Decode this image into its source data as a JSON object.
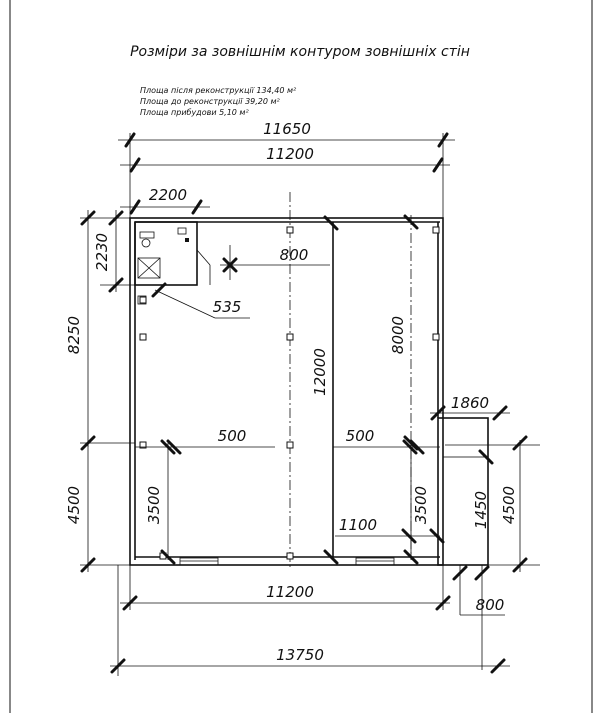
{
  "title": "Розміри за зовнішнім контуром зовнішніх стін",
  "notes": {
    "after": "Площа після реконструкції 134,40 м²",
    "before": "Площа до реконструкції 39,20 м²",
    "addition": "Площа прибудови 5,10 м²"
  },
  "dimensions": {
    "top_overall": "11650",
    "top_inner": "11200",
    "room_width": "2200",
    "room_depth": "2230",
    "door_offset": "800",
    "small_offset": "535",
    "left_upper": "8250",
    "left_lower": "4500",
    "center_height": "12000",
    "right_height": "8000",
    "addition_width": "1860",
    "left_span": "500",
    "right_span": "500",
    "lower_height": "3500",
    "lower_right_height": "3500",
    "addition_depth": "1450",
    "right_outer": "4500",
    "bottom_offset": "1100",
    "bottom_inner": "11200",
    "bottom_small": "800",
    "bottom_overall": "13750"
  },
  "colors": {
    "line": "#111111",
    "background": "#ffffff"
  }
}
